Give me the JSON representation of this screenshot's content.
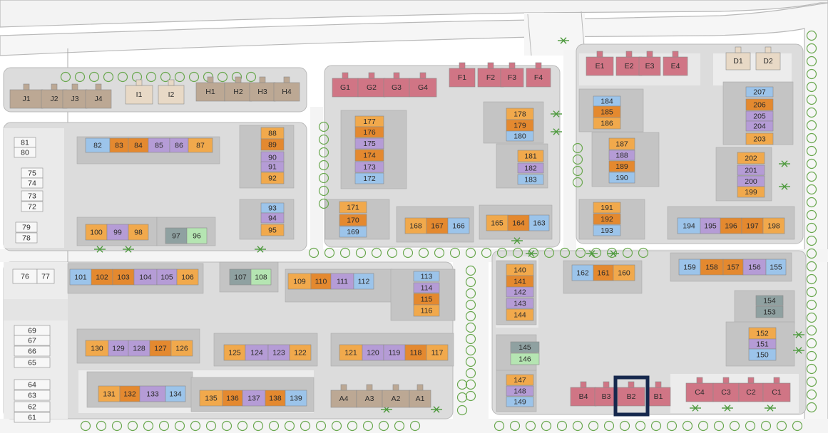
{
  "colors": {
    "orange": "#f1a94c",
    "dark_orange": "#e4892f",
    "purple": "#b59cd6",
    "blue": "#9cc4ea",
    "green": "#b5e5b2",
    "teal": "#8fa1a1",
    "tan": "#bca894",
    "beige": "#e8d9c6",
    "pink": "#d07585",
    "white": "#f7f7f7",
    "selection": "#16284d"
  },
  "buildings": [
    {
      "id": "J1",
      "c": "tan"
    },
    {
      "id": "J2",
      "c": "tan"
    },
    {
      "id": "J3",
      "c": "tan"
    },
    {
      "id": "J4",
      "c": "tan"
    },
    {
      "id": "I1",
      "c": "beige"
    },
    {
      "id": "I2",
      "c": "beige"
    },
    {
      "id": "H1",
      "c": "tan"
    },
    {
      "id": "H2",
      "c": "tan"
    },
    {
      "id": "H3",
      "c": "tan"
    },
    {
      "id": "H4",
      "c": "tan"
    },
    {
      "id": "G1",
      "c": "pink"
    },
    {
      "id": "G2",
      "c": "pink"
    },
    {
      "id": "G3",
      "c": "pink"
    },
    {
      "id": "G4",
      "c": "pink"
    },
    {
      "id": "F1",
      "c": "pink"
    },
    {
      "id": "F2",
      "c": "pink"
    },
    {
      "id": "F3",
      "c": "pink"
    },
    {
      "id": "F4",
      "c": "pink"
    },
    {
      "id": "E1",
      "c": "pink"
    },
    {
      "id": "E2",
      "c": "pink"
    },
    {
      "id": "E3",
      "c": "pink"
    },
    {
      "id": "E4",
      "c": "pink"
    },
    {
      "id": "D1",
      "c": "beige"
    },
    {
      "id": "D2",
      "c": "beige"
    },
    {
      "id": "A4",
      "c": "tan"
    },
    {
      "id": "A3",
      "c": "tan"
    },
    {
      "id": "A2",
      "c": "tan"
    },
    {
      "id": "A1",
      "c": "tan"
    },
    {
      "id": "B4",
      "c": "pink"
    },
    {
      "id": "B3",
      "c": "pink"
    },
    {
      "id": "B2",
      "c": "pink"
    },
    {
      "id": "B1",
      "c": "pink"
    },
    {
      "id": "C4",
      "c": "pink"
    },
    {
      "id": "C3",
      "c": "pink"
    },
    {
      "id": "C2",
      "c": "pink"
    },
    {
      "id": "C1",
      "c": "pink"
    }
  ],
  "units": [
    {
      "id": "81",
      "c": "white"
    },
    {
      "id": "80",
      "c": "white"
    },
    {
      "id": "75",
      "c": "white"
    },
    {
      "id": "74",
      "c": "white"
    },
    {
      "id": "73",
      "c": "white"
    },
    {
      "id": "72",
      "c": "white"
    },
    {
      "id": "79",
      "c": "white"
    },
    {
      "id": "78",
      "c": "white"
    },
    {
      "id": "82",
      "c": "blue"
    },
    {
      "id": "83",
      "c": "dark_orange"
    },
    {
      "id": "84",
      "c": "dark_orange"
    },
    {
      "id": "85",
      "c": "purple"
    },
    {
      "id": "86",
      "c": "purple"
    },
    {
      "id": "87",
      "c": "orange"
    },
    {
      "id": "88",
      "c": "orange"
    },
    {
      "id": "89",
      "c": "dark_orange"
    },
    {
      "id": "90",
      "c": "purple"
    },
    {
      "id": "91",
      "c": "purple"
    },
    {
      "id": "92",
      "c": "orange"
    },
    {
      "id": "93",
      "c": "blue"
    },
    {
      "id": "94",
      "c": "purple"
    },
    {
      "id": "95",
      "c": "orange"
    },
    {
      "id": "100",
      "c": "orange"
    },
    {
      "id": "99",
      "c": "purple"
    },
    {
      "id": "98",
      "c": "orange"
    },
    {
      "id": "97",
      "c": "teal"
    },
    {
      "id": "96",
      "c": "green"
    },
    {
      "id": "177",
      "c": "orange"
    },
    {
      "id": "176",
      "c": "dark_orange"
    },
    {
      "id": "175",
      "c": "purple"
    },
    {
      "id": "174",
      "c": "dark_orange"
    },
    {
      "id": "173",
      "c": "purple"
    },
    {
      "id": "172",
      "c": "blue"
    },
    {
      "id": "178",
      "c": "orange"
    },
    {
      "id": "179",
      "c": "dark_orange"
    },
    {
      "id": "180",
      "c": "blue"
    },
    {
      "id": "181",
      "c": "orange"
    },
    {
      "id": "182",
      "c": "purple"
    },
    {
      "id": "183",
      "c": "blue"
    },
    {
      "id": "171",
      "c": "orange"
    },
    {
      "id": "170",
      "c": "dark_orange"
    },
    {
      "id": "169",
      "c": "blue"
    },
    {
      "id": "168",
      "c": "orange"
    },
    {
      "id": "167",
      "c": "dark_orange"
    },
    {
      "id": "166",
      "c": "blue"
    },
    {
      "id": "165",
      "c": "orange"
    },
    {
      "id": "164",
      "c": "dark_orange"
    },
    {
      "id": "163",
      "c": "blue"
    },
    {
      "id": "184",
      "c": "blue"
    },
    {
      "id": "185",
      "c": "dark_orange"
    },
    {
      "id": "186",
      "c": "orange"
    },
    {
      "id": "187",
      "c": "orange"
    },
    {
      "id": "188",
      "c": "purple"
    },
    {
      "id": "189",
      "c": "dark_orange"
    },
    {
      "id": "190",
      "c": "blue"
    },
    {
      "id": "191",
      "c": "orange"
    },
    {
      "id": "192",
      "c": "dark_orange"
    },
    {
      "id": "193",
      "c": "blue"
    },
    {
      "id": "207",
      "c": "blue"
    },
    {
      "id": "206",
      "c": "dark_orange"
    },
    {
      "id": "205",
      "c": "purple"
    },
    {
      "id": "204",
      "c": "purple"
    },
    {
      "id": "203",
      "c": "orange"
    },
    {
      "id": "202",
      "c": "orange"
    },
    {
      "id": "201",
      "c": "purple"
    },
    {
      "id": "200",
      "c": "purple"
    },
    {
      "id": "199",
      "c": "orange"
    },
    {
      "id": "194",
      "c": "blue"
    },
    {
      "id": "195",
      "c": "purple"
    },
    {
      "id": "196",
      "c": "dark_orange"
    },
    {
      "id": "197",
      "c": "dark_orange"
    },
    {
      "id": "198",
      "c": "orange"
    },
    {
      "id": "76",
      "c": "white"
    },
    {
      "id": "77",
      "c": "white"
    },
    {
      "id": "101",
      "c": "blue"
    },
    {
      "id": "102",
      "c": "dark_orange"
    },
    {
      "id": "103",
      "c": "dark_orange"
    },
    {
      "id": "104",
      "c": "purple"
    },
    {
      "id": "105",
      "c": "purple"
    },
    {
      "id": "106",
      "c": "orange"
    },
    {
      "id": "107",
      "c": "teal"
    },
    {
      "id": "108",
      "c": "green"
    },
    {
      "id": "109",
      "c": "orange"
    },
    {
      "id": "110",
      "c": "dark_orange"
    },
    {
      "id": "111",
      "c": "purple"
    },
    {
      "id": "112",
      "c": "blue"
    },
    {
      "id": "113",
      "c": "blue"
    },
    {
      "id": "114",
      "c": "purple"
    },
    {
      "id": "115",
      "c": "dark_orange"
    },
    {
      "id": "116",
      "c": "orange"
    },
    {
      "id": "69",
      "c": "white"
    },
    {
      "id": "67",
      "c": "white"
    },
    {
      "id": "66",
      "c": "white"
    },
    {
      "id": "65",
      "c": "white"
    },
    {
      "id": "130",
      "c": "orange"
    },
    {
      "id": "129",
      "c": "purple"
    },
    {
      "id": "128",
      "c": "purple"
    },
    {
      "id": "127",
      "c": "dark_orange"
    },
    {
      "id": "126",
      "c": "orange"
    },
    {
      "id": "125",
      "c": "orange"
    },
    {
      "id": "124",
      "c": "purple"
    },
    {
      "id": "123",
      "c": "purple"
    },
    {
      "id": "122",
      "c": "orange"
    },
    {
      "id": "121",
      "c": "orange"
    },
    {
      "id": "120",
      "c": "purple"
    },
    {
      "id": "119",
      "c": "purple"
    },
    {
      "id": "118",
      "c": "dark_orange"
    },
    {
      "id": "117",
      "c": "orange"
    },
    {
      "id": "64",
      "c": "white"
    },
    {
      "id": "63",
      "c": "white"
    },
    {
      "id": "62",
      "c": "white"
    },
    {
      "id": "61",
      "c": "white"
    },
    {
      "id": "131",
      "c": "orange"
    },
    {
      "id": "132",
      "c": "dark_orange"
    },
    {
      "id": "133",
      "c": "purple"
    },
    {
      "id": "134",
      "c": "blue"
    },
    {
      "id": "135",
      "c": "orange"
    },
    {
      "id": "136",
      "c": "dark_orange"
    },
    {
      "id": "137",
      "c": "purple"
    },
    {
      "id": "138",
      "c": "dark_orange"
    },
    {
      "id": "139",
      "c": "blue"
    },
    {
      "id": "140",
      "c": "orange"
    },
    {
      "id": "141",
      "c": "dark_orange"
    },
    {
      "id": "142",
      "c": "purple"
    },
    {
      "id": "143",
      "c": "purple"
    },
    {
      "id": "144",
      "c": "orange"
    },
    {
      "id": "145",
      "c": "teal"
    },
    {
      "id": "146",
      "c": "green"
    },
    {
      "id": "147",
      "c": "orange"
    },
    {
      "id": "148",
      "c": "purple"
    },
    {
      "id": "149",
      "c": "blue"
    },
    {
      "id": "162",
      "c": "blue"
    },
    {
      "id": "161",
      "c": "dark_orange"
    },
    {
      "id": "160",
      "c": "orange"
    },
    {
      "id": "159",
      "c": "blue"
    },
    {
      "id": "158",
      "c": "dark_orange"
    },
    {
      "id": "157",
      "c": "dark_orange"
    },
    {
      "id": "156",
      "c": "purple"
    },
    {
      "id": "155",
      "c": "blue"
    },
    {
      "id": "154",
      "c": "teal"
    },
    {
      "id": "153",
      "c": "teal"
    },
    {
      "id": "152",
      "c": "orange"
    },
    {
      "id": "151",
      "c": "purple"
    },
    {
      "id": "150",
      "c": "blue"
    }
  ],
  "selected": "B2"
}
